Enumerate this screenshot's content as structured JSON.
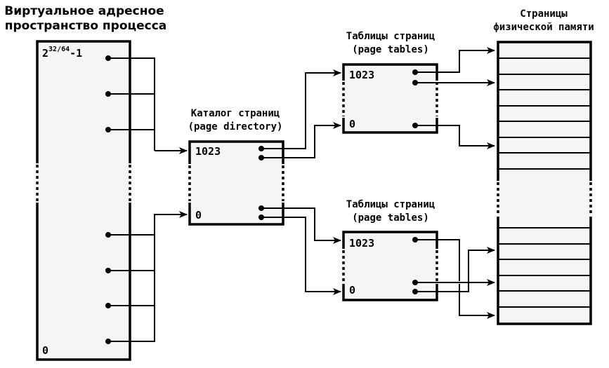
{
  "virtual_space": {
    "title_line1": "Виртуальное адресное",
    "title_line2": "пространство процесса",
    "top_label_base": "2",
    "top_label_exp": "32/64",
    "top_label_suffix": "-1",
    "bottom_label": "0"
  },
  "page_directory": {
    "title_line1": "Каталог страниц",
    "title_line2": "(page directory)",
    "top_index": "1023",
    "bottom_index": "0"
  },
  "page_tables": [
    {
      "title_line1": "Таблицы страниц",
      "title_line2": "(page tables)",
      "top_index": "1023",
      "bottom_index": "0"
    },
    {
      "title_line1": "Таблицы страниц",
      "title_line2": "(page tables)",
      "top_index": "1023",
      "bottom_index": "0"
    }
  ],
  "physical_memory": {
    "title_line1": "Страницы",
    "title_line2": "физической памяти"
  },
  "colors": {
    "fill": "#f5f5f5",
    "stroke": "#000000",
    "background": "#ffffff"
  }
}
